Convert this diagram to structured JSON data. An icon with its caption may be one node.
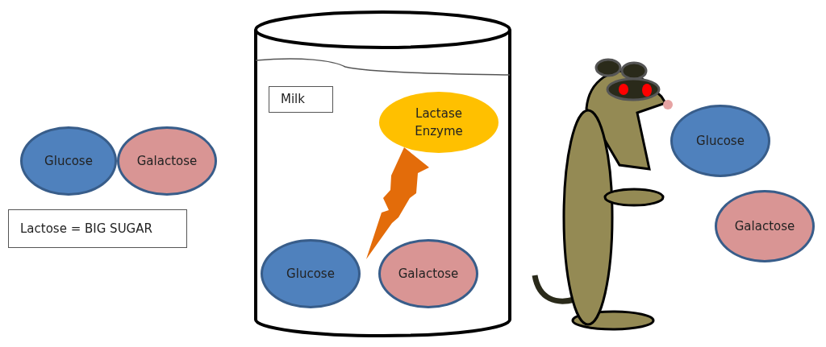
{
  "diagram": {
    "nodes": [
      {
        "text": [
          "Glucose"
        ]
      },
      {
        "text": [
          "Galactose"
        ]
      },
      {
        "text": [
          "Lactose = BIG SUGAR"
        ]
      },
      {
        "text": [],
        "shape": "cylinder"
      },
      {
        "text": [
          "Milk"
        ],
        "in": 3
      },
      {
        "text": [
          "Lactase Enzyme"
        ],
        "in": 3
      },
      {
        "text": [
          "Glucose"
        ],
        "in": 3
      },
      {
        "text": [
          "Galactose"
        ],
        "in": 3
      },
      {
        "text": [
          "Glucose"
        ]
      },
      {
        "text": [
          "Galactose"
        ]
      }
    ]
  }
}
